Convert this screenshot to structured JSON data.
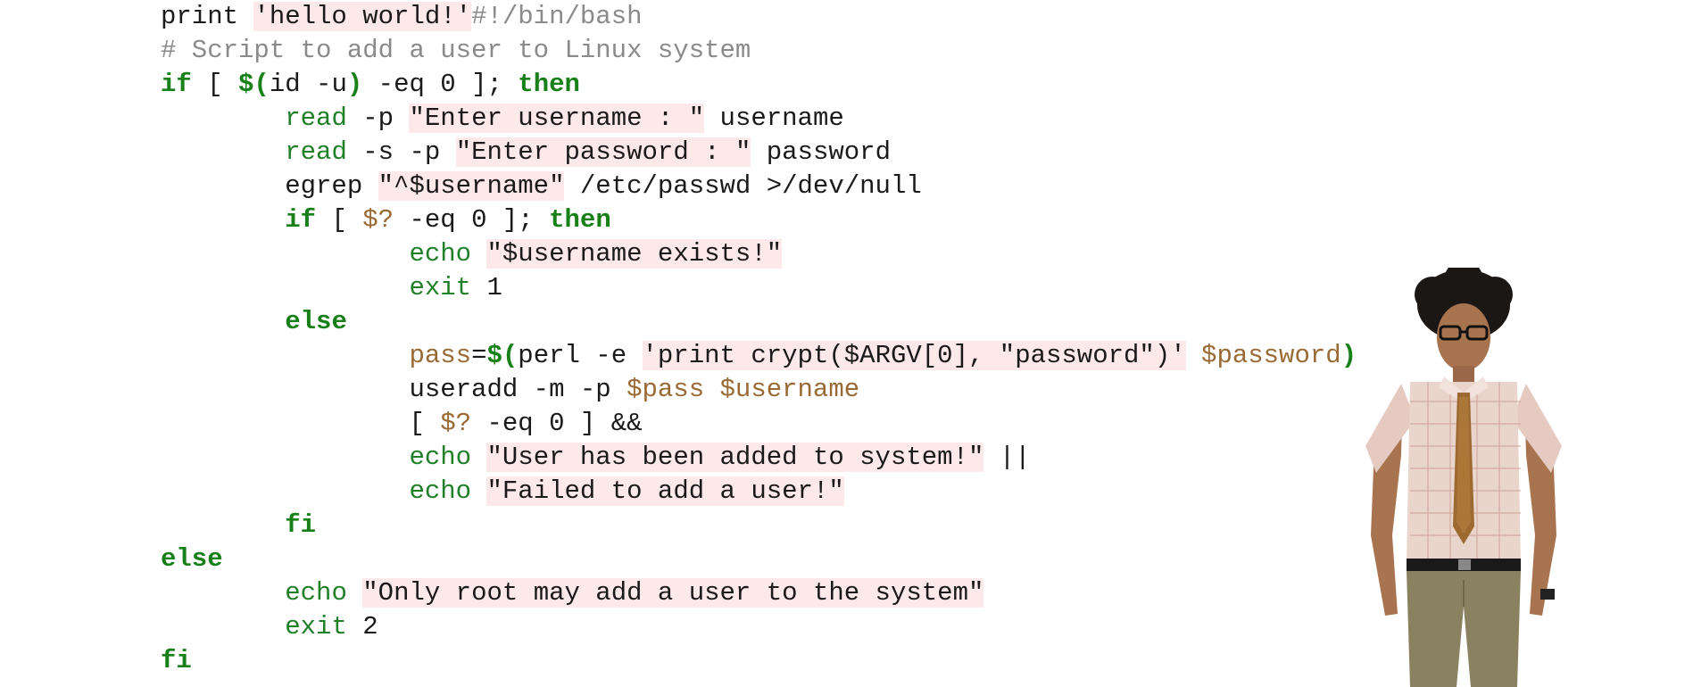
{
  "code": {
    "lines": [
      [
        {
          "t": "print ",
          "k": "plain"
        },
        {
          "t": "'hello world!'",
          "k": "str"
        },
        {
          "t": "#!/bin/bash",
          "k": "cmt"
        }
      ],
      [
        {
          "t": "# Script to add a user to Linux system",
          "k": "cmt"
        }
      ],
      [
        {
          "t": "if",
          "k": "kw"
        },
        {
          "t": " [ ",
          "k": "plain"
        },
        {
          "t": "$(",
          "k": "kw"
        },
        {
          "t": "id -u",
          "k": "plain"
        },
        {
          "t": ")",
          "k": "kw"
        },
        {
          "t": " -eq 0 ]; ",
          "k": "plain"
        },
        {
          "t": "then",
          "k": "kw"
        }
      ],
      [
        {
          "t": "        ",
          "k": "plain"
        },
        {
          "t": "read",
          "k": "bi"
        },
        {
          "t": " -p ",
          "k": "plain"
        },
        {
          "t": "\"Enter username : \"",
          "k": "str"
        },
        {
          "t": " username",
          "k": "plain"
        }
      ],
      [
        {
          "t": "        ",
          "k": "plain"
        },
        {
          "t": "read",
          "k": "bi"
        },
        {
          "t": " -s -p ",
          "k": "plain"
        },
        {
          "t": "\"Enter password : \"",
          "k": "str"
        },
        {
          "t": " password",
          "k": "plain"
        }
      ],
      [
        {
          "t": "        egrep ",
          "k": "plain"
        },
        {
          "t": "\"^$username\"",
          "k": "str"
        },
        {
          "t": " /etc/passwd >/dev/null",
          "k": "plain"
        }
      ],
      [
        {
          "t": "        ",
          "k": "plain"
        },
        {
          "t": "if",
          "k": "kw"
        },
        {
          "t": " [ ",
          "k": "plain"
        },
        {
          "t": "$?",
          "k": "var"
        },
        {
          "t": " -eq 0 ]; ",
          "k": "plain"
        },
        {
          "t": "then",
          "k": "kw"
        }
      ],
      [
        {
          "t": "                ",
          "k": "plain"
        },
        {
          "t": "echo",
          "k": "bi"
        },
        {
          "t": " ",
          "k": "plain"
        },
        {
          "t": "\"$username exists!\"",
          "k": "str"
        }
      ],
      [
        {
          "t": "                ",
          "k": "plain"
        },
        {
          "t": "exit",
          "k": "bi"
        },
        {
          "t": " 1",
          "k": "plain"
        }
      ],
      [
        {
          "t": "        ",
          "k": "plain"
        },
        {
          "t": "else",
          "k": "kw"
        }
      ],
      [
        {
          "t": "                ",
          "k": "plain"
        },
        {
          "t": "pass",
          "k": "var"
        },
        {
          "t": "=",
          "k": "plain"
        },
        {
          "t": "$(",
          "k": "kw"
        },
        {
          "t": "perl -e ",
          "k": "plain"
        },
        {
          "t": "'print crypt($ARGV[0], \"password\")'",
          "k": "str"
        },
        {
          "t": " ",
          "k": "plain"
        },
        {
          "t": "$password",
          "k": "var"
        },
        {
          "t": ")",
          "k": "kw"
        }
      ],
      [
        {
          "t": "                useradd -m -p ",
          "k": "plain"
        },
        {
          "t": "$pass",
          "k": "var"
        },
        {
          "t": " ",
          "k": "plain"
        },
        {
          "t": "$username",
          "k": "var"
        }
      ],
      [
        {
          "t": "                [ ",
          "k": "plain"
        },
        {
          "t": "$?",
          "k": "var"
        },
        {
          "t": " -eq 0 ] &&",
          "k": "plain"
        }
      ],
      [
        {
          "t": "                ",
          "k": "plain"
        },
        {
          "t": "echo",
          "k": "bi"
        },
        {
          "t": " ",
          "k": "plain"
        },
        {
          "t": "\"User has been added to system!\"",
          "k": "str"
        },
        {
          "t": " ||",
          "k": "plain"
        }
      ],
      [
        {
          "t": "                ",
          "k": "plain"
        },
        {
          "t": "echo",
          "k": "bi"
        },
        {
          "t": " ",
          "k": "plain"
        },
        {
          "t": "\"Failed to add a user!\"",
          "k": "str"
        }
      ],
      [
        {
          "t": "        ",
          "k": "plain"
        },
        {
          "t": "fi",
          "k": "kw"
        }
      ],
      [
        {
          "t": "else",
          "k": "kw"
        }
      ],
      [
        {
          "t": "        ",
          "k": "plain"
        },
        {
          "t": "echo",
          "k": "bi"
        },
        {
          "t": " ",
          "k": "plain"
        },
        {
          "t": "\"Only root may add a user to the system\"",
          "k": "str"
        }
      ],
      [
        {
          "t": "        ",
          "k": "plain"
        },
        {
          "t": "exit",
          "k": "bi"
        },
        {
          "t": " 2",
          "k": "plain"
        }
      ],
      [
        {
          "t": "fi",
          "k": "kw"
        }
      ]
    ]
  },
  "colors": {
    "string_bg": "#fde8ea",
    "keyword": "#188018",
    "builtin": "#208028",
    "variable": "#9a6a35",
    "comment": "#8a8a8a",
    "text": "#1a1a1a"
  },
  "figure": {
    "icon": "person-figure"
  }
}
